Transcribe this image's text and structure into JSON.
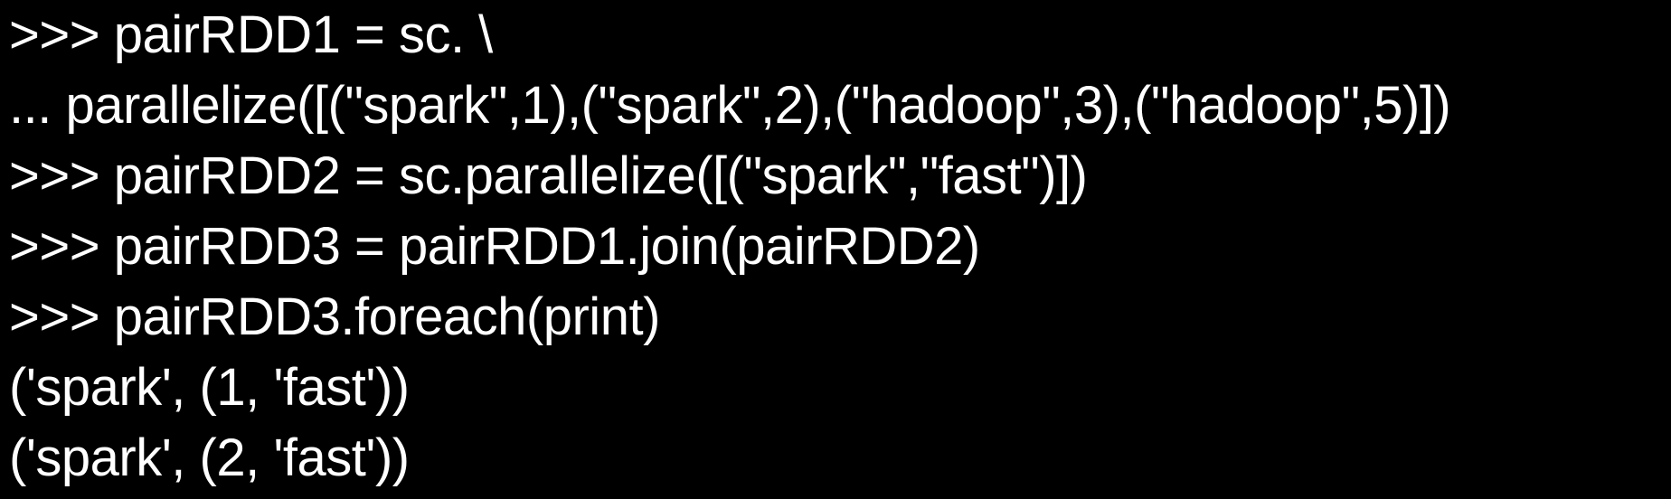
{
  "terminal": {
    "background": "#000000",
    "foreground": "#ffffff",
    "lines": [
      ">>> pairRDD1 = sc. \\",
      "... parallelize([(\"spark\",1),(\"spark\",2),(\"hadoop\",3),(\"hadoop\",5)])",
      ">>> pairRDD2 = sc.parallelize([(\"spark\",\"fast\")])",
      ">>> pairRDD3 = pairRDD1.join(pairRDD2)",
      ">>> pairRDD3.foreach(print)",
      "('spark', (1, 'fast'))",
      "('spark', (2, 'fast'))"
    ]
  }
}
